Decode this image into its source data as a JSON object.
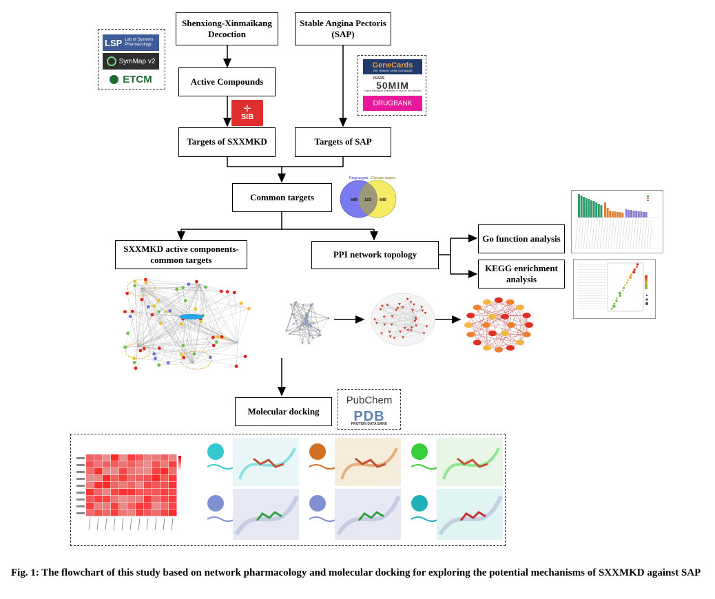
{
  "nodes": {
    "decoction": "Shenxiong-Xinmaikang Decoction",
    "disease": "Stable Angina Pectoris (SAP)",
    "active_compounds": "Active Compounds",
    "targets_sxxmkd": "Targets of SXXMKD",
    "targets_sap": "Targets of SAP",
    "common_targets": "Common targets",
    "components_targets": "SXXMKD active components-common targets",
    "ppi": "PPI network topology",
    "go": "Go function analysis",
    "kegg": "KEGG enrichment analysis",
    "docking": "Molecular docking"
  },
  "logos": {
    "lsp_mark": "LSP",
    "lsp_text": "Lab of Systems Pharmacology",
    "symmap": "SymMap v2",
    "etcm": "ETCM",
    "sib": "SIB",
    "genecards": "GeneCards",
    "genecards_sub": "THE HUMAN GENE DATABASE",
    "omim_years": "YEARS",
    "omim": "50MIM",
    "omim_sub": "Online Mendelian Inheritance in Man for the Genome",
    "drugbank": "DRUGBANK",
    "pubchem": "PubChem",
    "pdb": "PDB",
    "pdb_sub": "PROTEIN DATA BANK"
  },
  "venn": {
    "left_label": "Drug targets",
    "right_label": "Disease targets",
    "left_value": "649",
    "overlap_value": "103",
    "right_value": "640",
    "left_color": "#7b7bf0",
    "right_color": "#f5e84a"
  },
  "caption": "Fig. 1: The flowchart of this study based on network pharmacology and molecular docking for exploring the potential mechanisms of SXXMKD against SAP"
}
